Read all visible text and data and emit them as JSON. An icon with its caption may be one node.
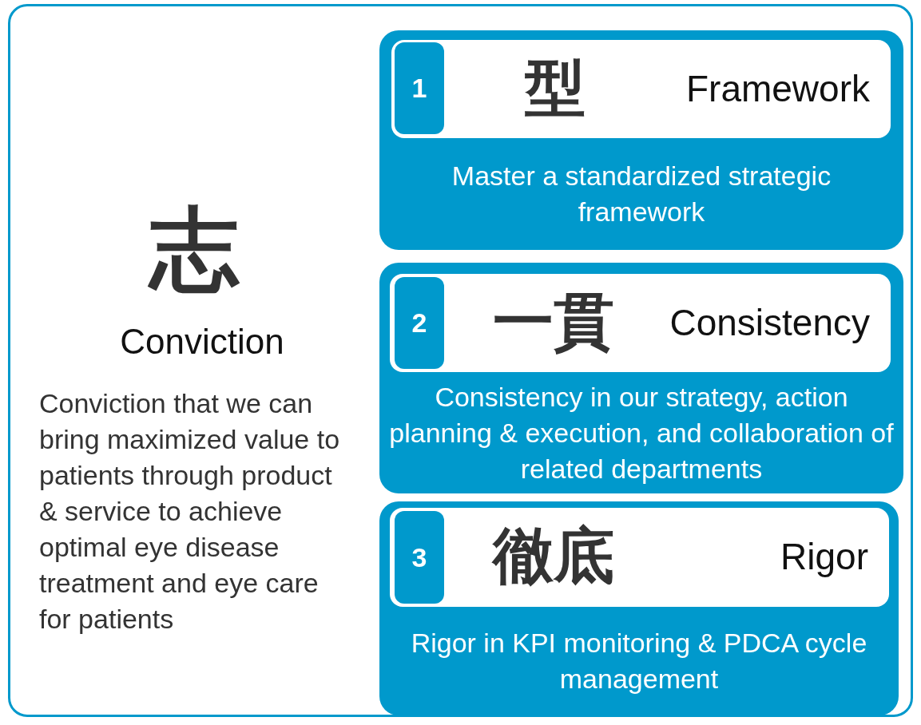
{
  "diagram": {
    "nodes": [
      {
        "text": [
          "志",
          "Conviction",
          "Conviction that we can bring maximized value to patients through product & service to achieve optimal eye disease treatment and eye care for patients"
        ]
      },
      {
        "text": [
          "Master a standardized strategic framework"
        ],
        "in": 0
      },
      {
        "text": [
          "型",
          "Framework"
        ],
        "in": 1
      },
      {
        "text": [
          "1"
        ],
        "in": 2
      },
      {
        "text": [
          "Consistency in our strategy, action planning & execution, and collaboration of related departments"
        ],
        "in": 0
      },
      {
        "text": [
          "一貫",
          "Consistency"
        ],
        "in": 4
      },
      {
        "text": [
          "2"
        ],
        "in": 5
      },
      {
        "text": [
          "Rigor in KPI monitoring & PDCA cycle management"
        ],
        "in": 0
      },
      {
        "text": [
          "徹底",
          "Rigor"
        ],
        "in": 7
      },
      {
        "text": [
          "3"
        ],
        "in": 8
      }
    ]
  }
}
